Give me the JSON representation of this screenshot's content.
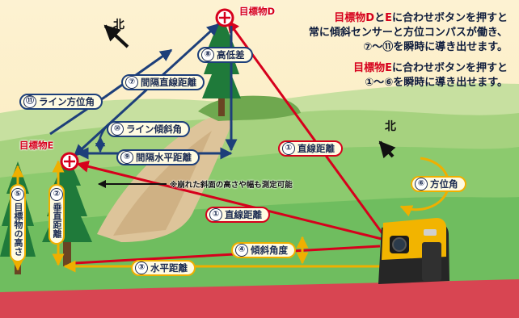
{
  "targets": {
    "d": "目標物D",
    "e": "目標物E"
  },
  "north_mark": "北",
  "info": {
    "block1": {
      "t1": "目標物D",
      "t2": "と",
      "t3": "E",
      "t4": "に合わせボタンを押すと",
      "line2": "常に傾斜センサーと方位コンパスが働き、",
      "line3": "⑦〜⑪を瞬時に導き出せます。"
    },
    "block2": {
      "t1": "目標物E",
      "t2": "に合わせボタンを押すと",
      "line2": "①〜⑥を瞬時に導き出せます。"
    }
  },
  "labels": {
    "direct_top": {
      "num": "①",
      "text": "直線距離"
    },
    "direct_bottom": {
      "num": "①",
      "text": "直線距離"
    },
    "vertical": {
      "num": "②",
      "text": "垂直距離"
    },
    "horizontal": {
      "num": "③",
      "text": "水平距離"
    },
    "incline": {
      "num": "④",
      "text": "傾斜角度"
    },
    "height": {
      "num": "⑤",
      "text": "目標物の高さ"
    },
    "azimuth": {
      "num": "⑥",
      "text": "方位角"
    },
    "interval_line": {
      "num": "⑦",
      "text": "間隔直線距離"
    },
    "elevation_diff": {
      "num": "⑧",
      "text": "高低差"
    },
    "interval_horizontal": {
      "num": "⑨",
      "text": "間隔水平距離"
    },
    "line_incline": {
      "num": "⑩",
      "text": "ライン傾斜角"
    },
    "line_azimuth": {
      "num": "⑪",
      "text": "ライン方位角"
    }
  },
  "note": "※崩れた斜面の高さや幅も測定可能",
  "colors": {
    "sky": "#fdeec2",
    "ground": "#7bc46b",
    "road": "#d84552",
    "red_line": "#d6001c",
    "blue_line": "#1d3f7a",
    "yellow_line": "#efaf00",
    "device": "#f2b400"
  }
}
